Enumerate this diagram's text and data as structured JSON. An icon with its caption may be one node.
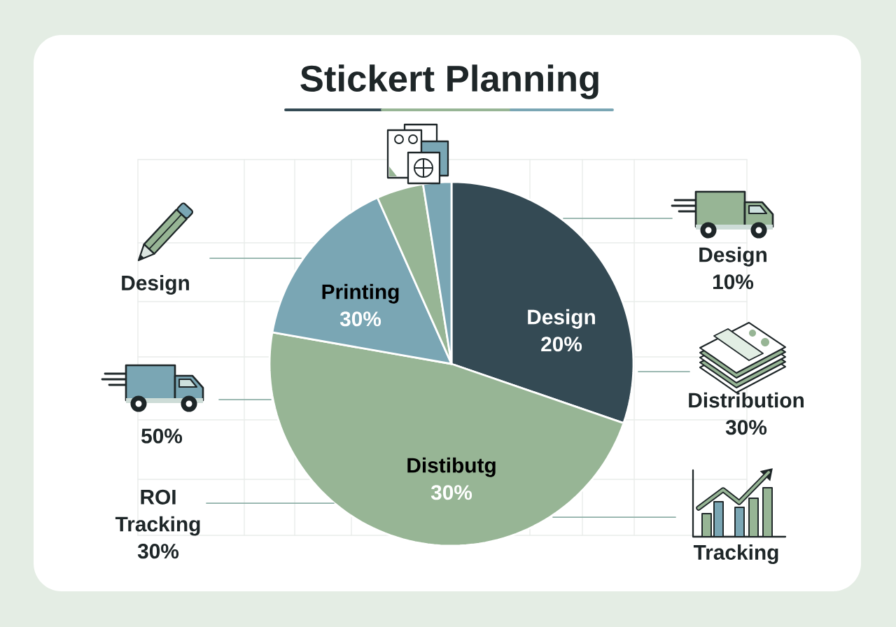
{
  "diagram": {
    "title": "Stickert Planning",
    "nodes": [
      {
        "text": [
          "Design",
          "20%"
        ]
      },
      {
        "text": [
          "Distibutg",
          "30%"
        ]
      },
      {
        "text": [
          "Printing",
          "30%"
        ]
      },
      {
        "text": [],
        "shape": "wedge"
      },
      {
        "text": [],
        "shape": "wedge"
      },
      {
        "text": [
          "Design"
        ]
      },
      {
        "text": [
          "50%"
        ]
      },
      {
        "text": [
          "ROI Tracking",
          "30%"
        ]
      },
      {
        "text": [
          "Design",
          "10%"
        ]
      },
      {
        "text": [
          "Distribution",
          "30%"
        ]
      },
      {
        "text": [
          "Tracking"
        ]
      }
    ],
    "edges": [
      {
        "from": 5,
        "to": 2,
        "arrow": "none"
      },
      {
        "from": 6,
        "to": 1,
        "arrow": "none"
      },
      {
        "from": 7,
        "to": 1,
        "arrow": "none"
      },
      {
        "from": 0,
        "to": 8,
        "arrow": "none"
      },
      {
        "from": 0,
        "to": 9,
        "arrow": "none"
      },
      {
        "from": 1,
        "to": 10,
        "arrow": "none"
      }
    ]
  }
}
